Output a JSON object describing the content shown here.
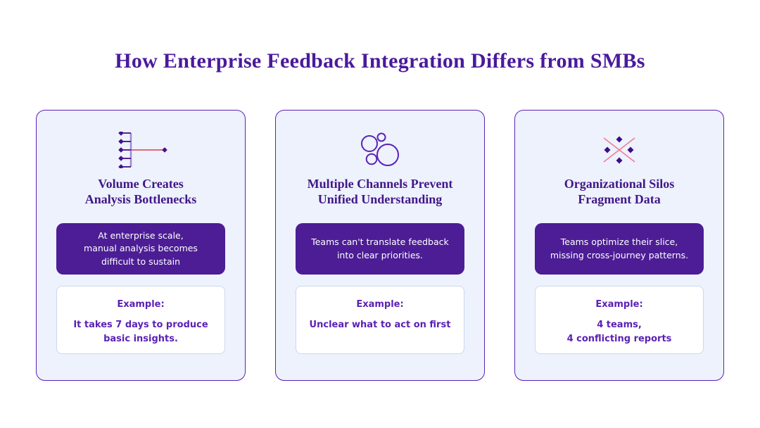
{
  "title": "How Enterprise Feedback Integration Differs from SMBs",
  "colors": {
    "title_purple": "#4a1a9c",
    "heading_purple": "#421689",
    "statement_box_purple": "#4c1d95",
    "example_text_purple": "#5b21b6",
    "card_background": "#edf2fc",
    "card_border": "#5b21b6",
    "example_box_border": "#ccd8ee",
    "icon_dark_purple": "#45108a",
    "icon_light_bar": "#a08ad0",
    "icon_red_line": "#e23a52",
    "icon_pink_cross": "#ed7d97",
    "icon_circle_purple": "#5b21b6"
  },
  "cards": [
    {
      "icon": "funnel-merge-icon",
      "heading": "Volume Creates\nAnalysis Bottlenecks",
      "statement": "At enterprise scale,\nmanual analysis becomes\ndifficult to sustain",
      "example_label": "Example:",
      "example_text": "It takes 7 days to produce\nbasic insights."
    },
    {
      "icon": "bubbles-icon",
      "heading": "Multiple Channels Prevent\nUnified Understanding",
      "statement": "Teams can't translate feedback\ninto clear priorities.",
      "example_label": "Example:",
      "example_text": "Unclear what to act on first"
    },
    {
      "icon": "scatter-cross-icon",
      "heading": "Organizational Silos\nFragment Data",
      "statement": "Teams optimize their slice,\nmissing cross-journey patterns.",
      "example_label": "Example:",
      "example_text": "4 teams,\n4 conflicting reports"
    }
  ]
}
